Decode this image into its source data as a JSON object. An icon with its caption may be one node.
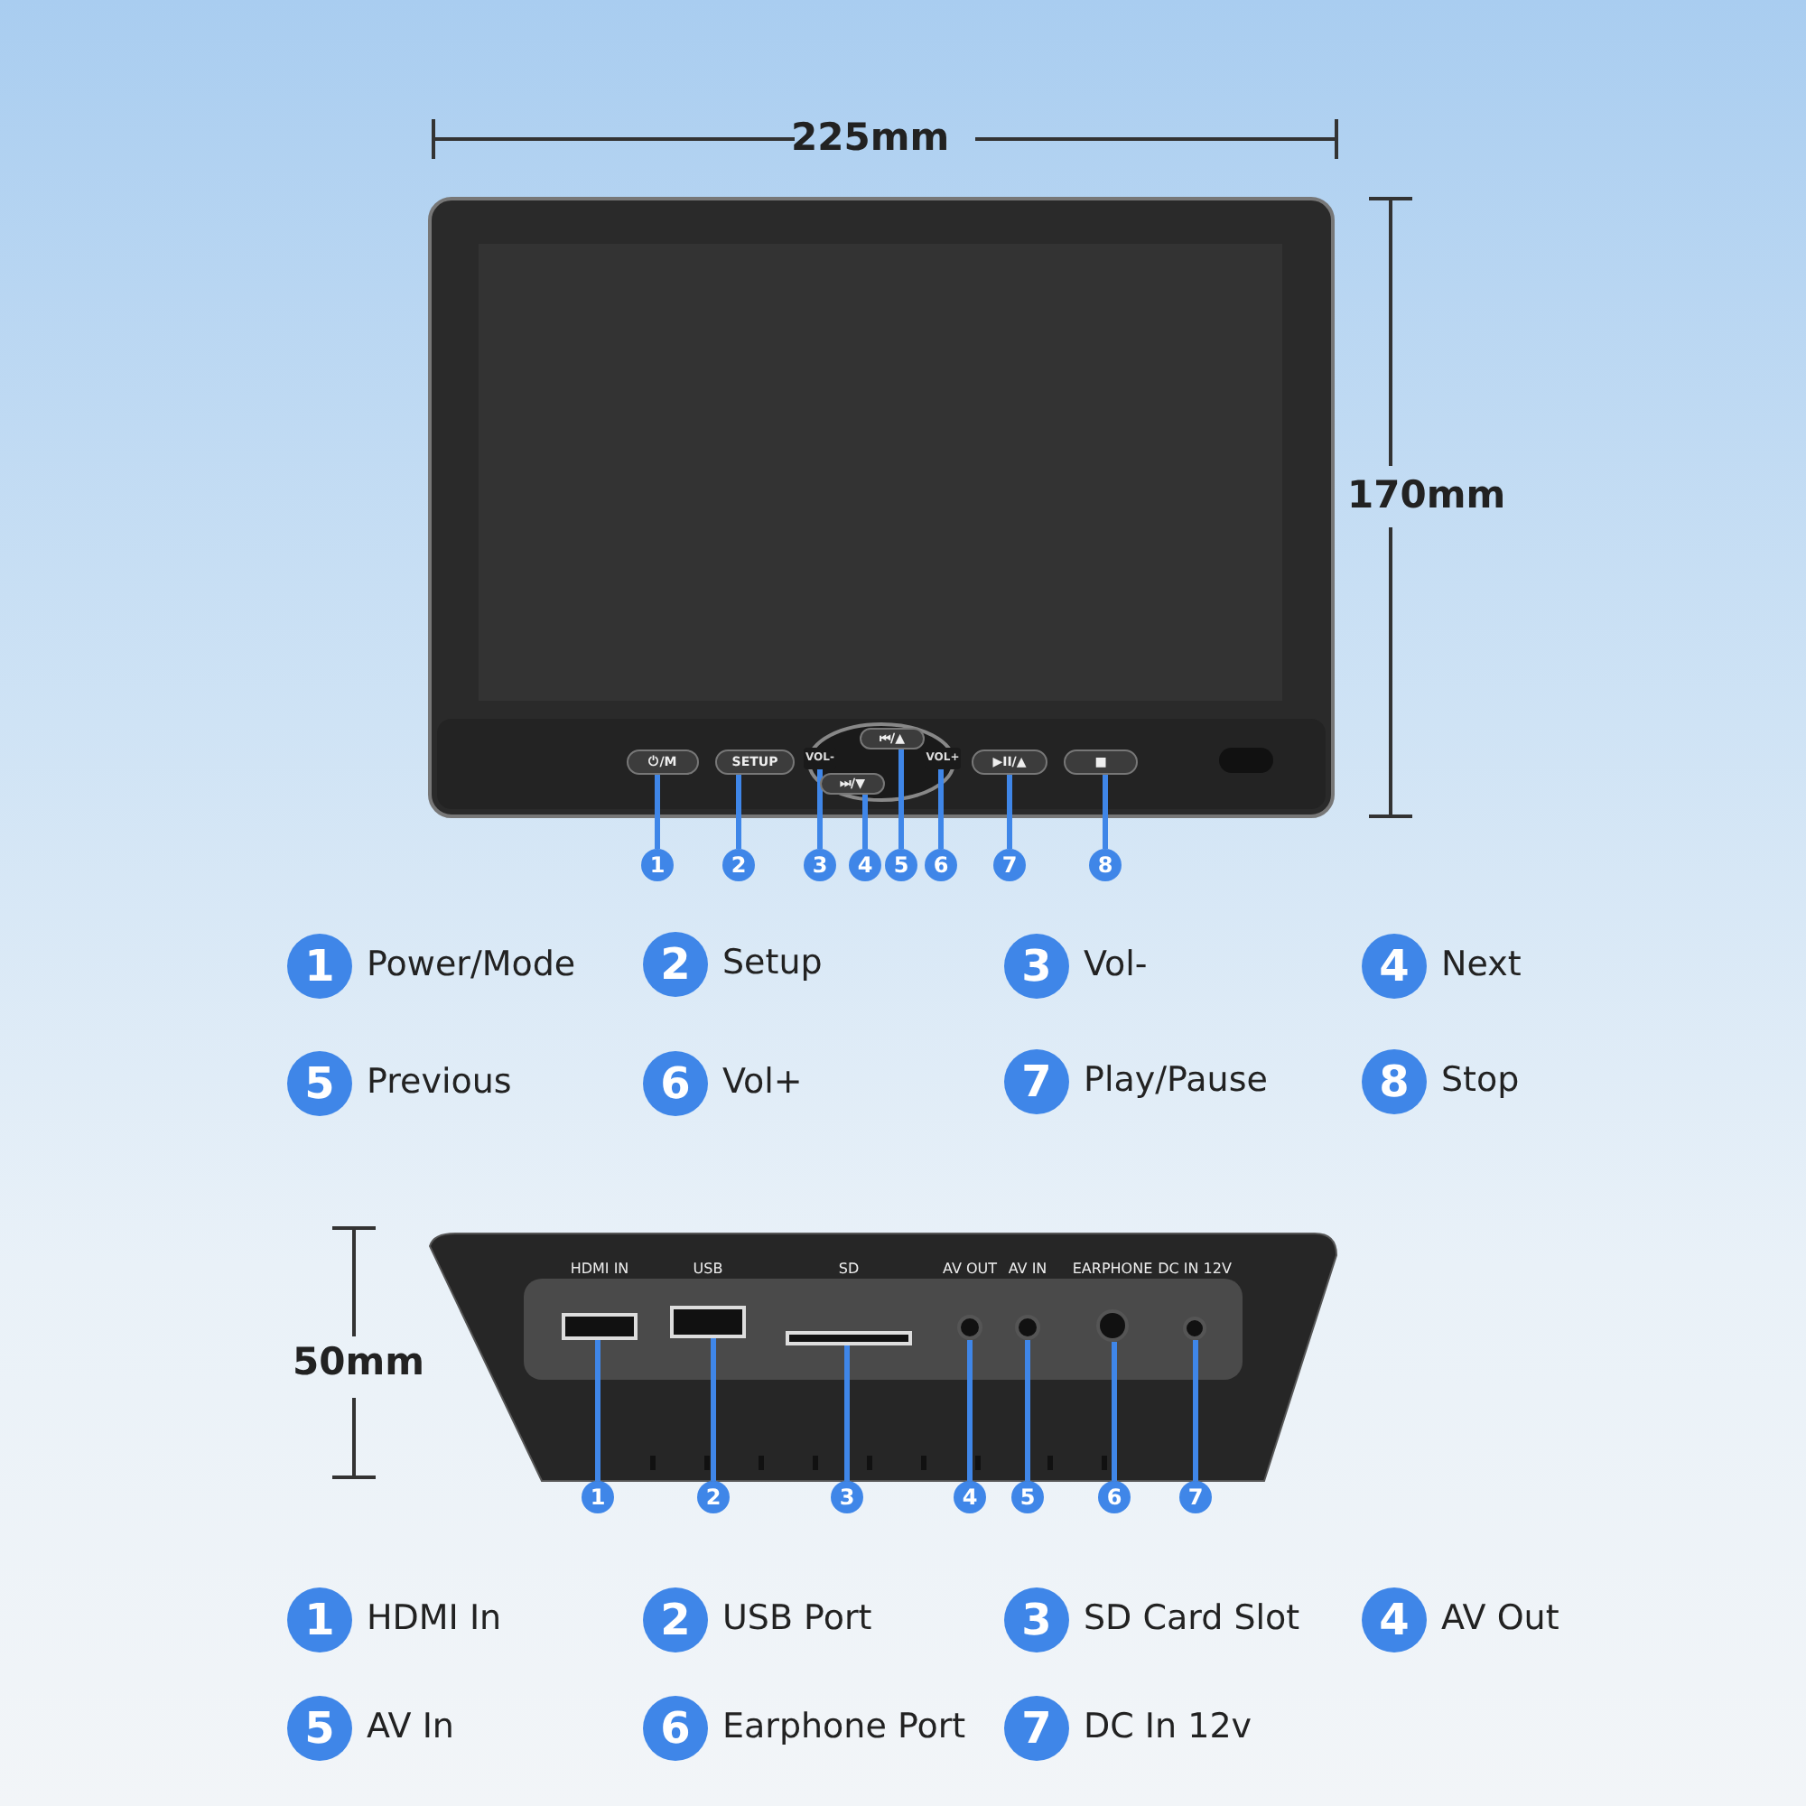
{
  "diagram": {
    "nodes": [
      {
        "text": [
          "⏻/M"
        ]
      },
      {
        "text": [
          "SETUP"
        ]
      },
      {
        "text": [
          "VOL-"
        ]
      },
      {
        "text": [
          "⏮/▲"
        ]
      },
      {
        "text": [
          "⏭/▼"
        ]
      },
      {
        "text": [
          "VOL+"
        ]
      },
      {
        "text": [
          "▶II/▲"
        ]
      },
      {
        "text": [
          "■"
        ]
      },
      {
        "text": [
          "1"
        ]
      },
      {
        "text": [
          "2"
        ]
      },
      {
        "text": [
          "3"
        ]
      },
      {
        "text": [
          "4"
        ]
      },
      {
        "text": [
          "5"
        ]
      },
      {
        "text": [
          "6"
        ]
      },
      {
        "text": [
          "7"
        ]
      },
      {
        "text": [
          "8"
        ]
      },
      {
        "text": [
          "1"
        ],
        "beside": [
          "Power/Mode"
        ]
      },
      {
        "text": [
          "2"
        ],
        "beside": [
          "Setup"
        ]
      },
      {
        "text": [
          "3"
        ],
        "beside": [
          "Vol-"
        ]
      },
      {
        "text": [
          "4"
        ],
        "beside": [
          "Next"
        ]
      },
      {
        "text": [
          "5"
        ],
        "beside": [
          "Previous"
        ]
      },
      {
        "text": [
          "6"
        ],
        "beside": [
          "Vol+"
        ]
      },
      {
        "text": [
          "7"
        ],
        "beside": [
          "Play/Pause"
        ]
      },
      {
        "text": [
          "8"
        ],
        "beside": [
          "Stop"
        ]
      },
      {
        "text": [],
        "shape": "box",
        "beside": [
          "HDMI IN"
        ]
      },
      {
        "text": [],
        "shape": "box",
        "beside": [
          "USB"
        ]
      },
      {
        "text": [],
        "shape": "box",
        "beside": [
          "SD"
        ]
      },
      {
        "text": [],
        "shape": "circle",
        "beside": [
          "AV OUT"
        ]
      },
      {
        "text": [],
        "shape": "circle",
        "beside": [
          "AV IN"
        ]
      },
      {
        "text": [],
        "shape": "circle",
        "beside": [
          "EARPHONE"
        ]
      },
      {
        "text": [],
        "shape": "circle",
        "beside": [
          "DC IN 12V"
        ]
      },
      {
        "text": [
          "1"
        ]
      },
      {
        "text": [
          "2"
        ]
      },
      {
        "text": [
          "3"
        ]
      },
      {
        "text": [
          "4"
        ]
      },
      {
        "text": [
          "5"
        ]
      },
      {
        "text": [
          "6"
        ]
      },
      {
        "text": [
          "7"
        ]
      },
      {
        "text": [
          "1"
        ],
        "beside": [
          "HDMI In"
        ]
      },
      {
        "text": [
          "2"
        ],
        "beside": [
          "USB Port"
        ]
      },
      {
        "text": [
          "3"
        ],
        "beside": [
          "SD Card Slot"
        ]
      },
      {
        "text": [
          "4"
        ],
        "beside": [
          "AV Out"
        ]
      },
      {
        "text": [
          "5"
        ],
        "beside": [
          "AV In"
        ]
      },
      {
        "text": [
          "6"
        ],
        "beside": [
          "Earphone Port"
        ]
      },
      {
        "text": [
          "7"
        ],
        "beside": [
          "DC In 12v"
        ]
      }
    ],
    "edges": [
      {
        "from": 8,
        "to": 0,
        "arrow": "none"
      },
      {
        "from": 9,
        "to": 1,
        "arrow": "none"
      },
      {
        "from": 10,
        "to": 2,
        "arrow": "none"
      },
      {
        "from": 11,
        "to": 4,
        "arrow": "none"
      },
      {
        "from": 12,
        "to": 3,
        "arrow": "none"
      },
      {
        "from": 13,
        "to": 5,
        "arrow": "none"
      },
      {
        "from": 14,
        "to": 6,
        "arrow": "none"
      },
      {
        "from": 15,
        "to": 7,
        "arrow": "none"
      },
      {
        "from": 31,
        "to": 24,
        "arrow": "none"
      },
      {
        "from": 32,
        "to": 25,
        "arrow": "none"
      },
      {
        "from": 33,
        "to": 26,
        "arrow": "none"
      },
      {
        "from": 34,
        "to": 27,
        "arrow": "none"
      },
      {
        "from": 35,
        "to": 28,
        "arrow": "none"
      },
      {
        "from": 36,
        "to": 29,
        "arrow": "none"
      },
      {
        "from": 37,
        "to": 30,
        "arrow": "none"
      }
    ],
    "labels": [
      "225mm",
      "170mm",
      "50mm"
    ]
  }
}
